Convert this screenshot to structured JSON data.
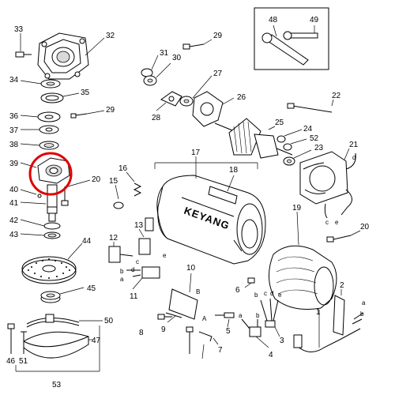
{
  "diagram": {
    "brand": "KEYANG",
    "highlight_color": "#e00000",
    "labels": {
      "n1": "1",
      "n2": "2",
      "n3": "3",
      "n4": "4",
      "n5": "5",
      "n6": "6",
      "n7": "7",
      "n8": "8",
      "n9": "9",
      "n10": "10",
      "n11": "11",
      "n12": "12",
      "n13": "13",
      "n15": "15",
      "n16": "16",
      "n17": "17",
      "n18": "18",
      "n19": "19",
      "n20a": "20",
      "n20b": "20",
      "n21": "21",
      "n22": "22",
      "n23": "23",
      "n24": "24",
      "n25": "25",
      "n26": "26",
      "n27": "27",
      "n28": "28",
      "n29a": "29",
      "n29b": "29",
      "n30": "30",
      "n31": "31",
      "n32": "32",
      "n33": "33",
      "n34": "34",
      "n35": "35",
      "n36": "36",
      "n37": "37",
      "n38": "38",
      "n39": "39",
      "n40": "40",
      "n41": "41",
      "n42": "42",
      "n43": "43",
      "n44": "44",
      "n45": "45",
      "n46": "46",
      "n47": "47",
      "n48": "48",
      "n49": "49",
      "n50": "50",
      "n51": "51",
      "n52": "52",
      "n53": "53"
    },
    "letters": {
      "a1": "a",
      "b1": "b",
      "c1": "c",
      "d1": "d",
      "e1": "e",
      "c2": "c",
      "d2": "d",
      "e2": "e",
      "A": "A",
      "B": "B",
      "a2": "a",
      "b2": "b",
      "a3": "a",
      "b3": "b",
      "c3": "c",
      "e3": "e",
      "d3": "d"
    }
  }
}
